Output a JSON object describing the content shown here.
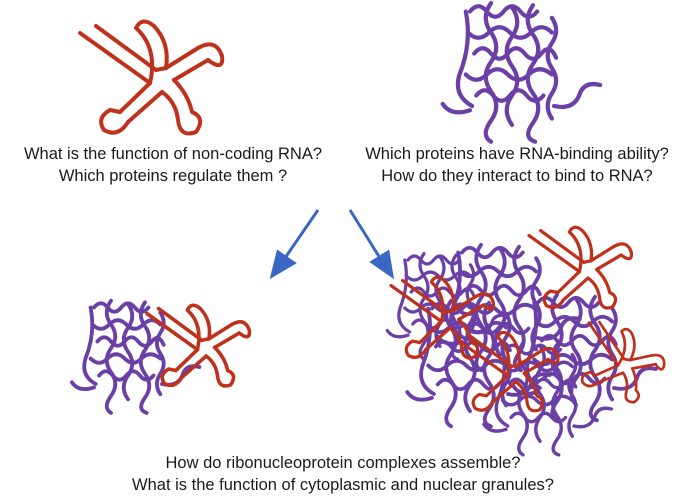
{
  "questions": {
    "rna": [
      "What is the function of non-coding RNA?",
      "Which proteins regulate them ?"
    ],
    "protein": [
      "Which proteins have RNA-binding ability?",
      "How do they interact to bind to RNA?"
    ],
    "complex": [
      "How do ribonucleoprotein complexes assemble?",
      "What is the function of cytoplasmic and nuclear granules?"
    ]
  },
  "colors": {
    "rna": "#c0311c",
    "protein": "#6a3fa6",
    "arrow": "#3b67c4",
    "text": "#1a1a1a"
  }
}
